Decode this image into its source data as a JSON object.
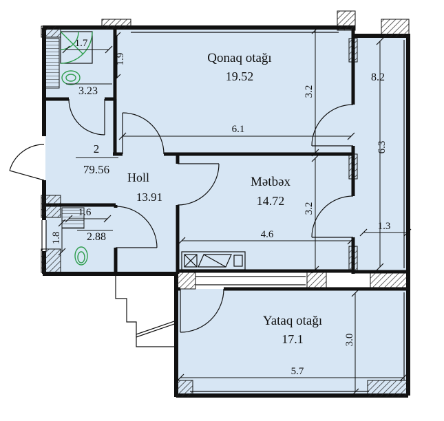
{
  "plan": {
    "unit_number": "2",
    "total_area": "79.56",
    "rooms": {
      "living": {
        "name": "Qonaq otağı",
        "area": "19.52",
        "width": "6.1",
        "height": "3.2"
      },
      "kitchen": {
        "name": "Mətbəx",
        "area": "14.72",
        "width": "4.6",
        "height": "3.2"
      },
      "bedroom": {
        "name": "Yataq otağı",
        "area": "17.1",
        "width": "5.7",
        "height": "3.0"
      },
      "hall": {
        "name": "Holl",
        "area": "13.91"
      },
      "bathroom": {
        "area": "3.23",
        "width": "1.7",
        "height": "1.9"
      },
      "wc": {
        "area": "2.88",
        "width": "1.6",
        "height": "1.8"
      },
      "balcony": {
        "area": "8.2",
        "length": "6.3",
        "width": "1.3"
      }
    },
    "colors": {
      "room_fill": "#d7e6f4",
      "fixture_green": "#2f9e4e",
      "line": "#111111"
    }
  }
}
